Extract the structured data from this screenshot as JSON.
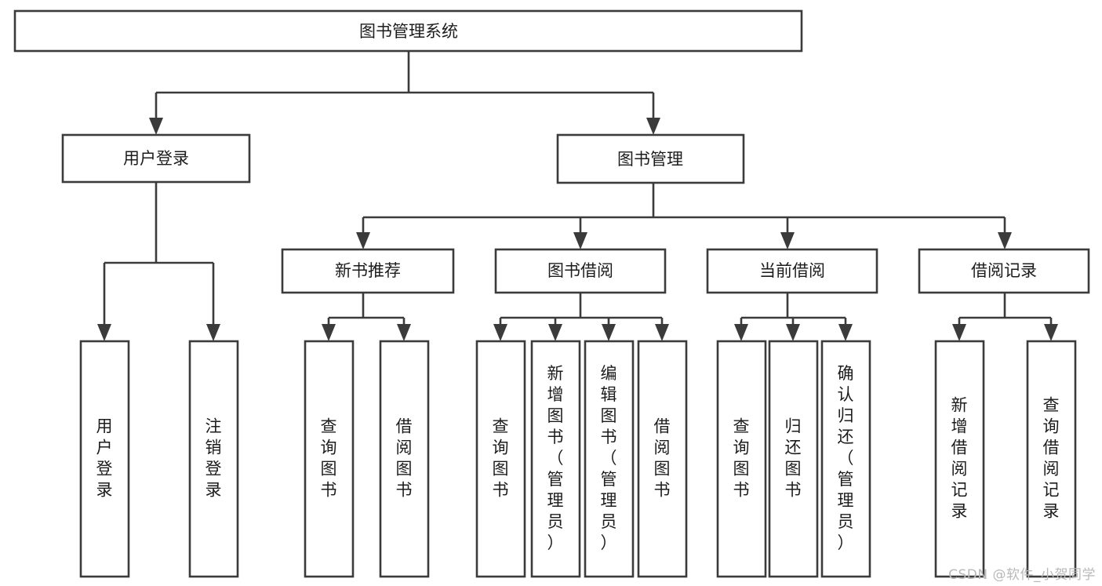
{
  "diagram": {
    "type": "tree",
    "title": "图书管理系统",
    "root": {
      "id": "root",
      "label": "图书管理系统"
    },
    "level1": [
      {
        "id": "user-login",
        "label": "用户登录"
      },
      {
        "id": "book-manage",
        "label": "图书管理"
      }
    ],
    "level2": [
      {
        "id": "new-book-recommend",
        "label": "新书推荐",
        "parent": "book-manage"
      },
      {
        "id": "book-borrow",
        "label": "图书借阅",
        "parent": "book-manage"
      },
      {
        "id": "current-borrow",
        "label": "当前借阅",
        "parent": "book-manage"
      },
      {
        "id": "borrow-record",
        "label": "借阅记录",
        "parent": "book-manage"
      }
    ],
    "leaves": [
      {
        "id": "leaf-user-login",
        "label": "用户登录",
        "parent": "user-login"
      },
      {
        "id": "leaf-logout",
        "label": "注销登录",
        "parent": "user-login"
      },
      {
        "id": "leaf-query-book-1",
        "label": "查询图书",
        "parent": "new-book-recommend"
      },
      {
        "id": "leaf-borrow-book-1",
        "label": "借阅图书",
        "parent": "new-book-recommend"
      },
      {
        "id": "leaf-query-book-2",
        "label": "查询图书",
        "parent": "book-borrow"
      },
      {
        "id": "leaf-add-book",
        "label": "新增图书（管理员）",
        "parent": "book-borrow"
      },
      {
        "id": "leaf-edit-book",
        "label": "编辑图书（管理员）",
        "parent": "book-borrow"
      },
      {
        "id": "leaf-borrow-book-2",
        "label": "借阅图书",
        "parent": "book-borrow"
      },
      {
        "id": "leaf-query-book-3",
        "label": "查询图书",
        "parent": "current-borrow"
      },
      {
        "id": "leaf-return-book",
        "label": "归还图书",
        "parent": "current-borrow"
      },
      {
        "id": "leaf-confirm-return",
        "label": "确认归还（管理员）",
        "parent": "current-borrow"
      },
      {
        "id": "leaf-add-record",
        "label": "新增借阅记录",
        "parent": "borrow-record"
      },
      {
        "id": "leaf-query-record",
        "label": "查询借阅记录",
        "parent": "borrow-record"
      }
    ],
    "colors": {
      "box_stroke": "#3b3b3b",
      "box_fill": "#ffffff",
      "connector": "#3b3b3b",
      "text": "#1c1c1c",
      "background": "#ffffff",
      "watermark": "#b9b9b9"
    }
  },
  "watermark": {
    "text": "CSDN @软件_小贺同学"
  }
}
